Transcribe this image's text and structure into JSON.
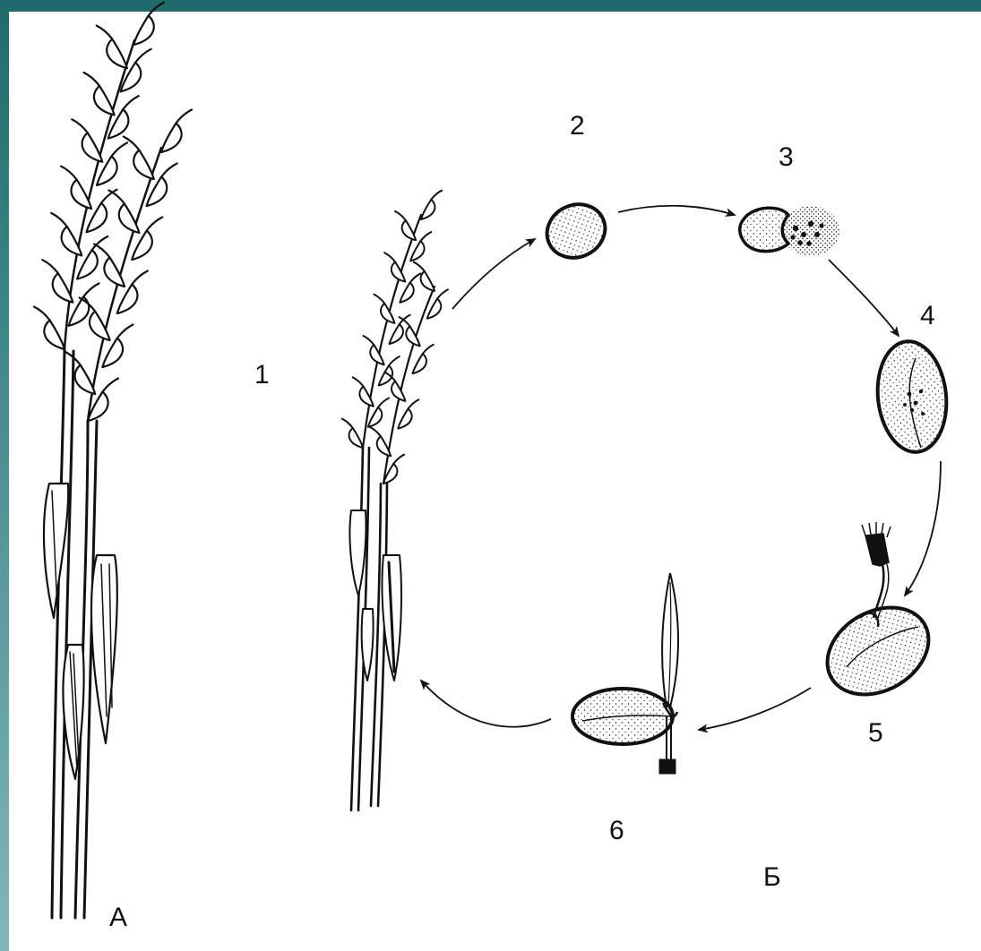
{
  "frame": {
    "top_color": "#1f6b6b",
    "left_gradient": [
      "#1f6b6b",
      "#7fb8b8"
    ]
  },
  "labels": {
    "panel_a": "А",
    "panel_b": "Б",
    "stage_1": "1",
    "stage_2": "2",
    "stage_3": "3",
    "stage_4": "4",
    "stage_5": "5",
    "stage_6": "6"
  }
}
